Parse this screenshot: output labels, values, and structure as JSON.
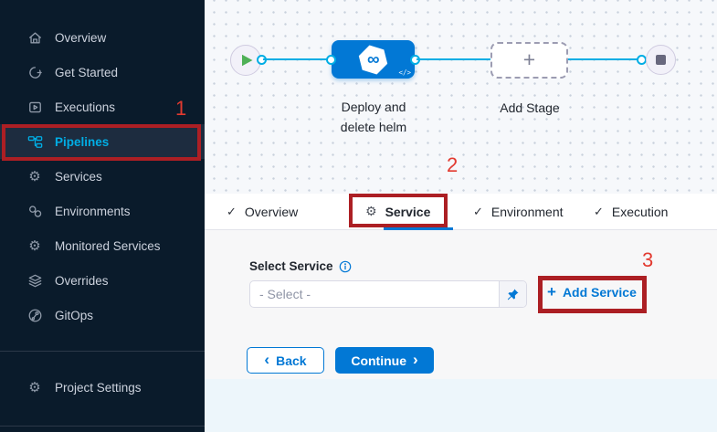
{
  "sidebar": {
    "items": [
      "Overview",
      "Get Started",
      "Executions",
      "Pipelines",
      "Services",
      "Environments",
      "Monitored Services",
      "Overrides",
      "GitOps"
    ],
    "project_settings": "Project Settings"
  },
  "canvas": {
    "stage_name_line1": "Deploy and",
    "stage_name_line2": "delete helm",
    "add_stage_label": "Add Stage"
  },
  "tabs": {
    "overview": "Overview",
    "service": "Service",
    "environment": "Environment",
    "execution": "Execution"
  },
  "form": {
    "select_label": "Select Service",
    "select_placeholder": "- Select -",
    "add_service_label": "Add Service"
  },
  "buttons": {
    "back": "Back",
    "continue": "Continue"
  },
  "glyphs": {
    "check": "✓",
    "gear": "⚙",
    "plus": "+",
    "infinity": "∞",
    "code": "</>",
    "chevron_left": "‹",
    "chevron_right": "›"
  },
  "annotations": {
    "one": "1",
    "two": "2",
    "three": "3",
    "box_color": "#ac1f24",
    "number_color": "#e23a30"
  },
  "colors": {
    "primary_blue": "#0278d5",
    "cyan": "#00ade4",
    "sidebar_bg": "#0a1b2b",
    "active_item_bg": "#1d2c3f",
    "canvas_bg": "#f6f8fb",
    "content_bg": "#f7f7f8",
    "footer_bg": "#edf6fb",
    "play_green": "#4fb057"
  }
}
